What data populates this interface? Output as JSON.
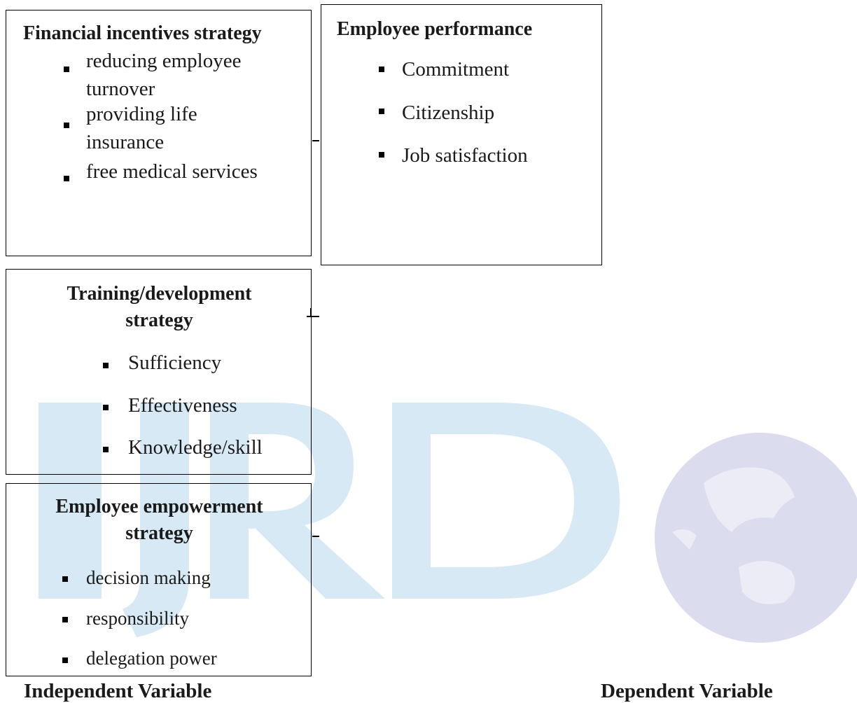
{
  "financial": {
    "title": "Financial incentives strategy",
    "items": [
      "reducing employee turnover",
      "providing life insurance",
      "free medical services"
    ],
    "item_lines": [
      [
        "reducing employee",
        "turnover"
      ],
      [
        "providing life",
        "insurance"
      ],
      [
        "free medical services"
      ]
    ]
  },
  "performance": {
    "title": "Employee performance",
    "items": [
      "Commitment",
      "Citizenship",
      "Job satisfaction"
    ]
  },
  "training": {
    "title_lines": [
      "Training/development",
      "strategy"
    ],
    "items": [
      "Sufficiency",
      "Effectiveness",
      "Knowledge/skill"
    ]
  },
  "empowerment": {
    "title_lines": [
      "Employee empowerment",
      "strategy"
    ],
    "items": [
      "decision making",
      "responsibility",
      "delegation power"
    ]
  },
  "footer": {
    "independent": "Independent Variable",
    "dependent": "Dependent Variable"
  },
  "watermark": {
    "text": "IJRD",
    "globe": "globe-icon",
    "letter_color": "#d6e9f5",
    "globe_color": "#dcdcef"
  }
}
